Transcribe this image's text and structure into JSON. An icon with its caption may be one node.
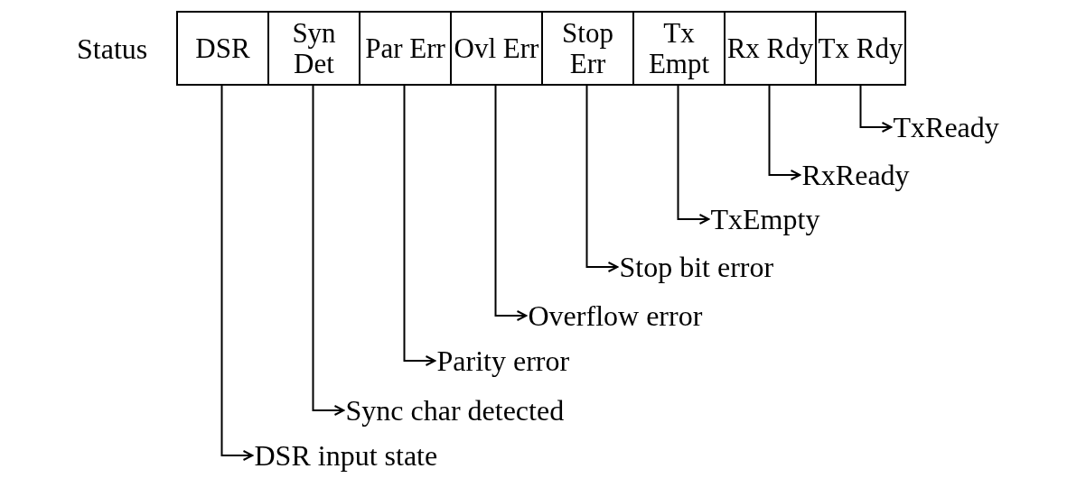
{
  "diagram": {
    "nodes": [
      {
        "text": [
          "DSR"
        ]
      },
      {
        "text": [
          "Syn Det"
        ]
      },
      {
        "text": [
          "Par Err"
        ]
      },
      {
        "text": [
          "Ovl Err"
        ]
      },
      {
        "text": [
          "Stop Err"
        ]
      },
      {
        "text": [
          "Tx Empt"
        ]
      },
      {
        "text": [
          "Rx Rdy"
        ]
      },
      {
        "text": [
          "Tx Rdy"
        ]
      },
      {
        "text": [
          "TxReady"
        ]
      },
      {
        "text": [
          "RxReady"
        ]
      },
      {
        "text": [
          "TxEmpty"
        ]
      },
      {
        "text": [
          "Stop bit error"
        ]
      },
      {
        "text": [
          "Overflow error"
        ]
      },
      {
        "text": [
          "Parity error"
        ]
      },
      {
        "text": [
          "Sync char detected"
        ]
      },
      {
        "text": [
          "DSR input state"
        ]
      }
    ],
    "edges": [
      {
        "from": 7,
        "to": 8,
        "arrow": "to"
      },
      {
        "from": 6,
        "to": 9,
        "arrow": "to"
      },
      {
        "from": 5,
        "to": 10,
        "arrow": "to"
      },
      {
        "from": 4,
        "to": 11,
        "arrow": "to"
      },
      {
        "from": 3,
        "to": 12,
        "arrow": "to"
      },
      {
        "from": 2,
        "to": 13,
        "arrow": "to"
      },
      {
        "from": 1,
        "to": 14,
        "arrow": "to"
      },
      {
        "from": 0,
        "to": 15,
        "arrow": "to"
      }
    ],
    "labels": [
      "Status"
    ]
  }
}
